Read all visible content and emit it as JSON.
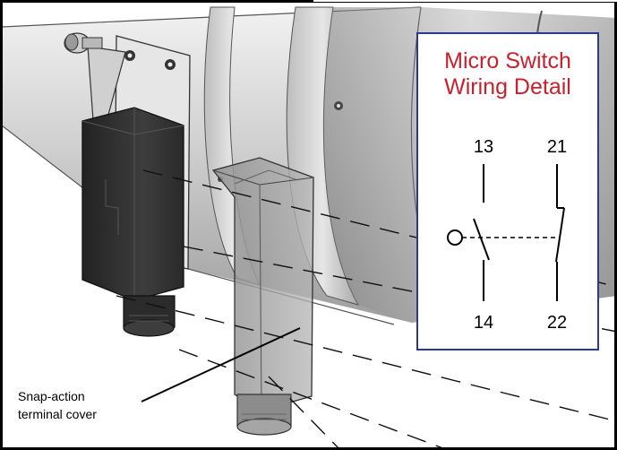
{
  "diagram": {
    "callout": {
      "line1": "Snap-action",
      "line2": "terminal cover"
    },
    "inset": {
      "title_line1": "Micro Switch",
      "title_line2": "Wiring Detail",
      "terminals": {
        "top_left": "13",
        "top_right": "21",
        "bottom_left": "14",
        "bottom_right": "22"
      }
    },
    "colors": {
      "title_red": "#c8202c",
      "inset_border": "#2b3a8f",
      "frame": "#000000",
      "switch_body": "#3a3a3a",
      "cover_translucent": "#9a9a9a",
      "duct_light": "#d9d9d9"
    }
  }
}
